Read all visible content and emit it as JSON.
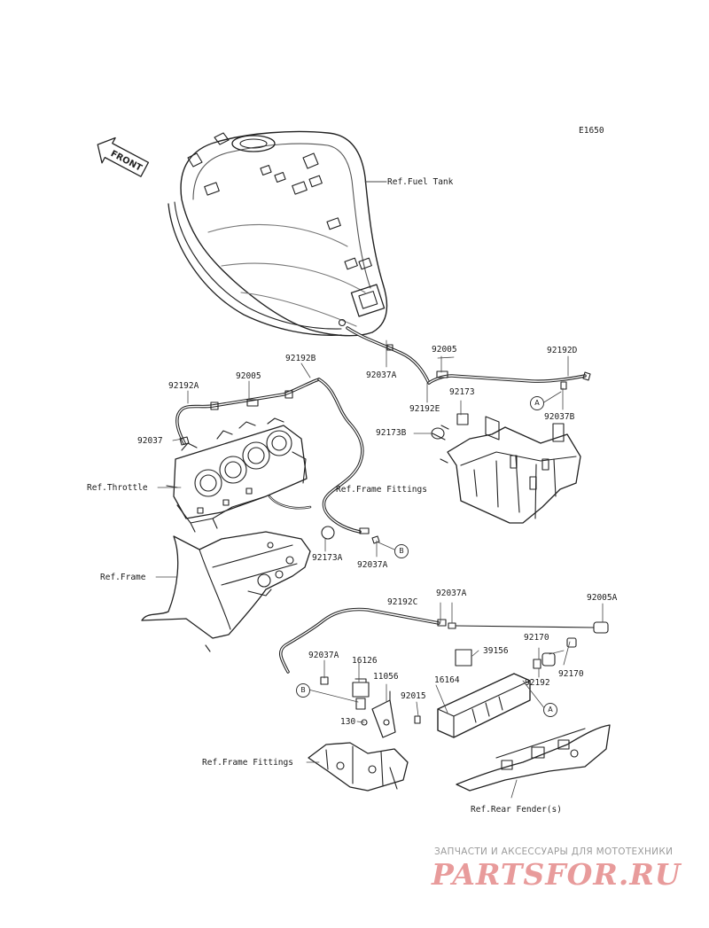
{
  "diagram_code": "E1650",
  "front_arrow": "FRONT",
  "refs": {
    "fuel_tank": "Ref.Fuel Tank",
    "throttle": "Ref.Throttle",
    "frame_fittings_1": "Ref.Frame Fittings",
    "frame": "Ref.Frame",
    "frame_fittings_2": "Ref.Frame Fittings",
    "rear_fender": "Ref.Rear Fender(s)"
  },
  "parts": {
    "p92037A_1": "92037A",
    "p92005_1": "92005",
    "p92192D": "92192D",
    "p92192E": "92192E",
    "p92173": "92173",
    "p92037B": "92037B",
    "p92173B": "92173B",
    "p92192A": "92192A",
    "p92005_2": "92005",
    "p92192B": "92192B",
    "p92037": "92037",
    "p92173A": "92173A",
    "p92037A_2": "92037A",
    "p92192C": "92192C",
    "p92037A_3": "92037A",
    "p92005A": "92005A",
    "p92037A_4": "92037A",
    "p16126": "16126",
    "p11056": "11056",
    "p39156": "39156",
    "p92170_1": "92170",
    "p16164": "16164",
    "p92192": "92192",
    "p92170_2": "92170",
    "p92015": "92015",
    "p130": "130"
  },
  "markers": {
    "a1": "A",
    "b1": "B",
    "b2": "B",
    "a2": "A"
  },
  "watermark": {
    "tagline": "ЗАПЧАСТИ И АКСЕССУАРЫ ДЛЯ МОТОТЕХНИКИ",
    "logo": "PARTSFOR.RU"
  }
}
